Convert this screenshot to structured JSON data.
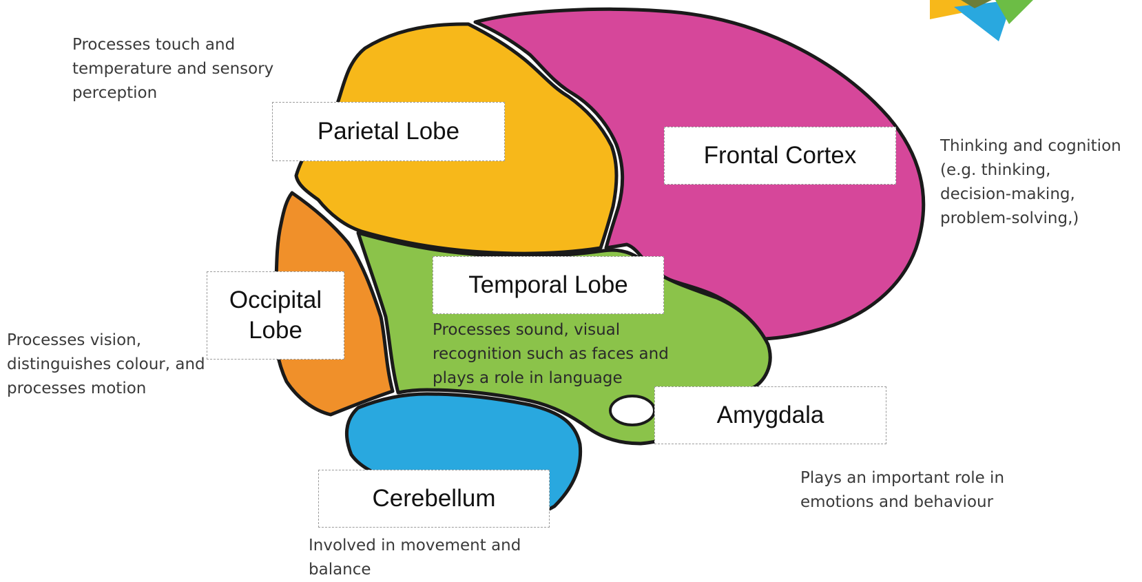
{
  "colors": {
    "frontal": "#d6479a",
    "parietal": "#f7b81a",
    "occipital": "#f0902a",
    "temporal": "#8bc34a",
    "cerebellum": "#29a8df",
    "outline": "#1a1a1a",
    "logo_orange": "#f7b81a",
    "logo_green": "#6cbd45",
    "logo_blue": "#29a8df"
  },
  "labels": {
    "parietal": "Parietal Lobe",
    "frontal": "Frontal Cortex",
    "occipital": "Occipital\nLobe",
    "temporal": "Temporal Lobe",
    "amygdala": "Amygdala",
    "cerebellum": "Cerebellum"
  },
  "descriptions": {
    "parietal": "Processes touch and\ntemperature and sensory\nperception",
    "frontal": "Thinking and cognition\n(e.g. thinking,\ndecision-making,\nproblem-solving,)",
    "occipital": "Processes vision,\ndistinguishes colour, and\nprocesses motion",
    "temporal": "Processes sound, visual\nrecognition such as faces and\nplays a role in language",
    "amygdala": "Plays an important role in\nemotions and behaviour",
    "cerebellum": "Involved in movement and\nbalance"
  }
}
